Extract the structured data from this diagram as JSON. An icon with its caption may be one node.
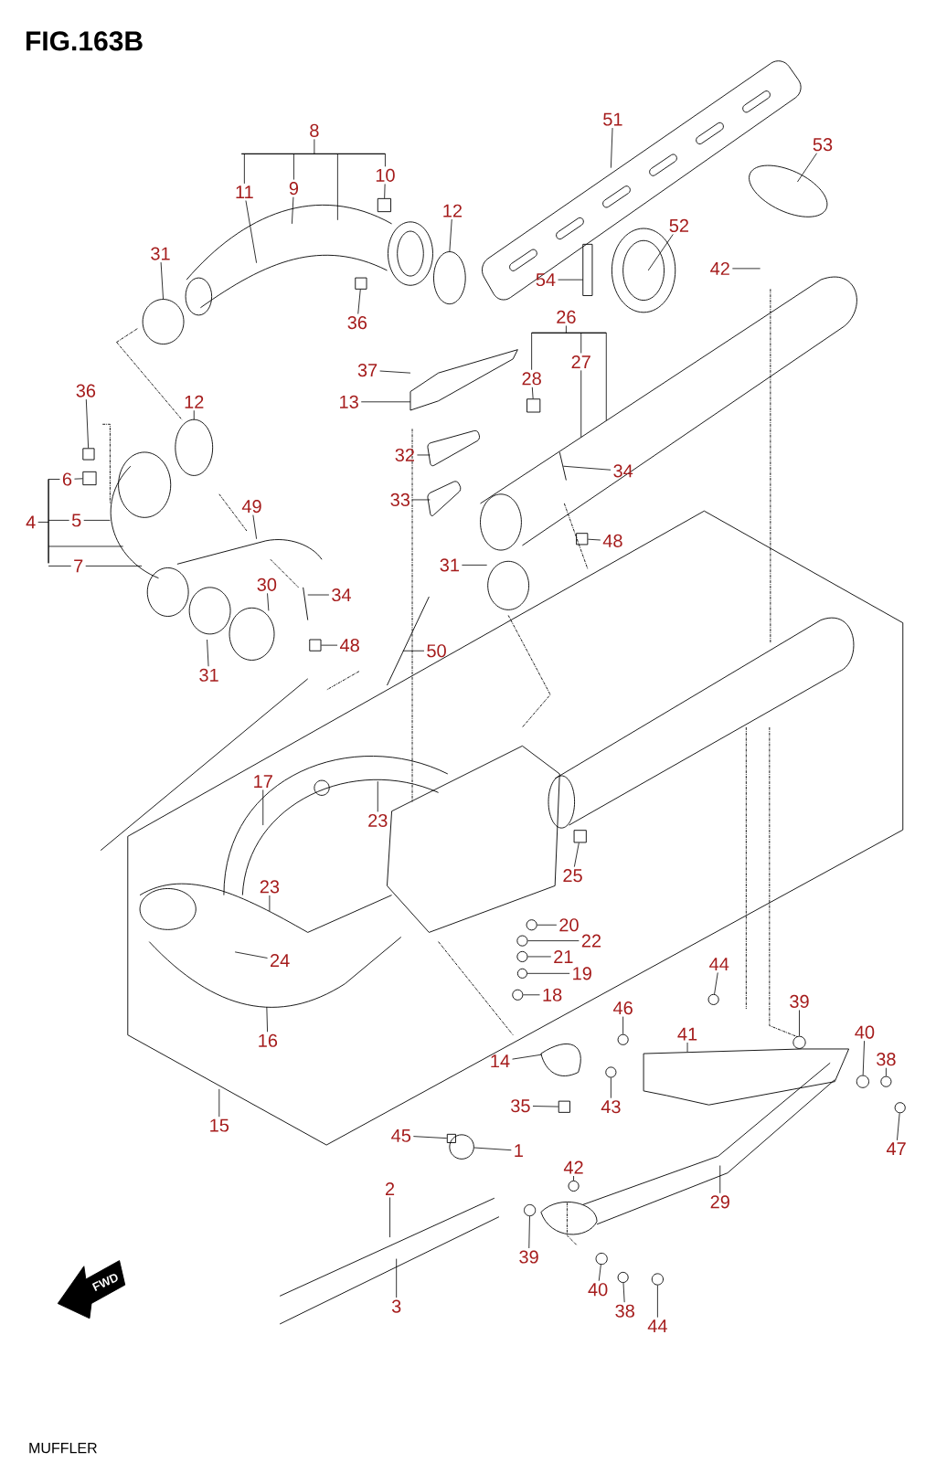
{
  "diagram": {
    "title": "FIG.163B",
    "caption": "MUFFLER",
    "nodes": [
      {
        "text": [
          "8"
        ]
      },
      {
        "text": [
          "9"
        ]
      },
      {
        "text": [
          "10"
        ]
      },
      {
        "text": [
          "11"
        ]
      },
      {
        "text": [
          "12"
        ]
      },
      {
        "text": [
          "31"
        ]
      },
      {
        "text": [
          "36"
        ]
      },
      {
        "text": [
          "51"
        ]
      },
      {
        "text": [
          "53"
        ]
      },
      {
        "text": [
          "52"
        ]
      },
      {
        "text": [
          "54"
        ]
      },
      {
        "text": [
          "42"
        ]
      },
      {
        "text": [
          "26"
        ]
      },
      {
        "text": [
          "27"
        ]
      },
      {
        "text": [
          "28"
        ]
      },
      {
        "text": [
          "37"
        ]
      },
      {
        "text": [
          "13"
        ]
      },
      {
        "text": [
          "36"
        ]
      },
      {
        "text": [
          "12"
        ]
      },
      {
        "text": [
          "32"
        ]
      },
      {
        "text": [
          "33"
        ]
      },
      {
        "text": [
          "34"
        ]
      },
      {
        "text": [
          "6"
        ]
      },
      {
        "text": [
          "5"
        ]
      },
      {
        "text": [
          "4"
        ]
      },
      {
        "text": [
          "49"
        ]
      },
      {
        "text": [
          "7"
        ]
      },
      {
        "text": [
          "48"
        ]
      },
      {
        "text": [
          "31"
        ]
      },
      {
        "text": [
          "30"
        ]
      },
      {
        "text": [
          "34"
        ]
      },
      {
        "text": [
          "48"
        ]
      },
      {
        "text": [
          "50"
        ]
      },
      {
        "text": [
          "31"
        ]
      },
      {
        "text": [
          "17"
        ]
      },
      {
        "text": [
          "23"
        ]
      },
      {
        "text": [
          "25"
        ]
      },
      {
        "text": [
          "23"
        ]
      },
      {
        "text": [
          "20"
        ]
      },
      {
        "text": [
          "22"
        ]
      },
      {
        "text": [
          "21"
        ]
      },
      {
        "text": [
          "24"
        ]
      },
      {
        "text": [
          "19"
        ]
      },
      {
        "text": [
          "18"
        ]
      },
      {
        "text": [
          "44"
        ]
      },
      {
        "text": [
          "39"
        ]
      },
      {
        "text": [
          "46"
        ]
      },
      {
        "text": [
          "41"
        ]
      },
      {
        "text": [
          "16"
        ]
      },
      {
        "text": [
          "40"
        ]
      },
      {
        "text": [
          "38"
        ]
      },
      {
        "text": [
          "14"
        ]
      },
      {
        "text": [
          "35"
        ]
      },
      {
        "text": [
          "43"
        ]
      },
      {
        "text": [
          "15"
        ]
      },
      {
        "text": [
          "45"
        ]
      },
      {
        "text": [
          "1"
        ]
      },
      {
        "text": [
          "47"
        ]
      },
      {
        "text": [
          "42"
        ]
      },
      {
        "text": [
          "2"
        ]
      },
      {
        "text": [
          "29"
        ]
      },
      {
        "text": [
          "39"
        ]
      },
      {
        "text": [
          "40"
        ]
      },
      {
        "text": [
          "3"
        ]
      },
      {
        "text": [
          "38"
        ]
      },
      {
        "text": [
          "44"
        ]
      },
      {
        "text": [],
        "shape": "bar"
      },
      {
        "text": [],
        "shape": "bar"
      },
      {
        "text": [],
        "shape": "bar"
      },
      {
        "text": [],
        "shape": "box"
      },
      {
        "text": [],
        "shape": "box"
      },
      {
        "text": [],
        "shape": "box"
      },
      {
        "text": [],
        "shape": "box"
      },
      {
        "text": [],
        "shape": "box"
      },
      {
        "text": [],
        "shape": "box"
      },
      {
        "text": [],
        "shape": "box"
      },
      {
        "text": [],
        "shape": "box"
      },
      {
        "text": [],
        "shape": "circle"
      },
      {
        "text": [],
        "shape": "circle"
      },
      {
        "text": [],
        "shape": "circle"
      },
      {
        "text": [],
        "shape": "circle"
      },
      {
        "text": [],
        "shape": "circle"
      },
      {
        "text": [],
        "shape": "circle"
      },
      {
        "text": [],
        "shape": "circle"
      },
      {
        "text": [],
        "shape": "circle"
      },
      {
        "text": [],
        "shape": "circle"
      },
      {
        "text": [],
        "shape": "circle"
      },
      {
        "text": [],
        "shape": "circle"
      },
      {
        "text": [],
        "shape": "circle"
      },
      {
        "text": [],
        "shape": "circle"
      },
      {
        "text": [],
        "shape": "circle"
      },
      {
        "text": [],
        "shape": "circle"
      },
      {
        "text": [],
        "shape": "circle"
      },
      {
        "text": [],
        "shape": "box"
      },
      {
        "text": [],
        "shape": "box"
      },
      {
        "text": [],
        "shape": "circle"
      },
      {
        "text": [],
        "shape": "circle"
      }
    ],
    "edges": [
      {
        "from": 0,
        "to": 66,
        "arrow": "none"
      },
      {
        "from": 1,
        "to": 66,
        "arrow": "none"
      },
      {
        "from": 1,
        "to": null,
        "arrow": "none"
      },
      {
        "from": 2,
        "to": 66,
        "arrow": "none"
      },
      {
        "from": 2,
        "to": 70,
        "arrow": "none"
      },
      {
        "from": 3,
        "to": 66,
        "arrow": "none"
      },
      {
        "from": 3,
        "to": null,
        "arrow": "none"
      },
      {
        "from": 66,
        "to": null,
        "arrow": "none"
      },
      {
        "from": 4,
        "to": null,
        "arrow": "none"
      },
      {
        "from": 5,
        "to": null,
        "arrow": "none"
      },
      {
        "from": 6,
        "to": 69,
        "arrow": "none"
      },
      {
        "from": 7,
        "to": null,
        "arrow": "none"
      },
      {
        "from": 8,
        "to": null,
        "arrow": "none"
      },
      {
        "from": 9,
        "to": null,
        "arrow": "none"
      },
      {
        "from": 10,
        "to": null,
        "arrow": "none"
      },
      {
        "from": 11,
        "to": null,
        "arrow": "none"
      },
      {
        "from": 12,
        "to": 68,
        "arrow": "none"
      },
      {
        "from": 13,
        "to": 68,
        "arrow": "none"
      },
      {
        "from": 13,
        "to": null,
        "arrow": "none"
      },
      {
        "from": 14,
        "to": 68,
        "arrow": "none"
      },
      {
        "from": 14,
        "to": 71,
        "arrow": "none"
      },
      {
        "from": 68,
        "to": null,
        "arrow": "none"
      },
      {
        "from": 15,
        "to": null,
        "arrow": "none"
      },
      {
        "from": 16,
        "to": null,
        "arrow": "none"
      },
      {
        "from": 17,
        "to": 73,
        "arrow": "none"
      },
      {
        "from": 18,
        "to": null,
        "arrow": "none"
      },
      {
        "from": 19,
        "to": null,
        "arrow": "none"
      },
      {
        "from": 20,
        "to": null,
        "arrow": "none"
      },
      {
        "from": 21,
        "to": null,
        "arrow": "none"
      },
      {
        "from": 24,
        "to": 67,
        "arrow": "none"
      },
      {
        "from": 22,
        "to": 67,
        "arrow": "none"
      },
      {
        "from": 22,
        "to": 74,
        "arrow": "none"
      },
      {
        "from": 23,
        "to": 67,
        "arrow": "none"
      },
      {
        "from": 23,
        "to": null,
        "arrow": "none"
      },
      {
        "from": 26,
        "to": 67,
        "arrow": "none"
      },
      {
        "from": 26,
        "to": null,
        "arrow": "none"
      },
      {
        "from": 67,
        "to": null,
        "arrow": "none"
      },
      {
        "from": 25,
        "to": null,
        "arrow": "none"
      },
      {
        "from": 27,
        "to": 72,
        "arrow": "none"
      },
      {
        "from": 28,
        "to": null,
        "arrow": "none"
      },
      {
        "from": 29,
        "to": null,
        "arrow": "none"
      },
      {
        "from": 30,
        "to": null,
        "arrow": "none"
      },
      {
        "from": 31,
        "to": 75,
        "arrow": "none"
      },
      {
        "from": 32,
        "to": null,
        "arrow": "none"
      },
      {
        "from": 33,
        "to": null,
        "arrow": "none"
      },
      {
        "from": 34,
        "to": null,
        "arrow": "none"
      },
      {
        "from": 35,
        "to": null,
        "arrow": "none"
      },
      {
        "from": 36,
        "to": 76,
        "arrow": "none"
      },
      {
        "from": 37,
        "to": null,
        "arrow": "none"
      },
      {
        "from": 38,
        "to": 77,
        "arrow": "none"
      },
      {
        "from": 39,
        "to": 78,
        "arrow": "none"
      },
      {
        "from": 40,
        "to": 79,
        "arrow": "none"
      },
      {
        "from": 41,
        "to": null,
        "arrow": "none"
      },
      {
        "from": 42,
        "to": 80,
        "arrow": "none"
      },
      {
        "from": 43,
        "to": 81,
        "arrow": "none"
      },
      {
        "from": 44,
        "to": 91,
        "arrow": "none"
      },
      {
        "from": 45,
        "to": 95,
        "arrow": "none"
      },
      {
        "from": 46,
        "to": 82,
        "arrow": "none"
      },
      {
        "from": 47,
        "to": null,
        "arrow": "none"
      },
      {
        "from": 48,
        "to": null,
        "arrow": "none"
      },
      {
        "from": 49,
        "to": 84,
        "arrow": "none"
      },
      {
        "from": 50,
        "to": 85,
        "arrow": "none"
      },
      {
        "from": 51,
        "to": null,
        "arrow": "none"
      },
      {
        "from": 52,
        "to": 94,
        "arrow": "none"
      },
      {
        "from": 53,
        "to": 83,
        "arrow": "none"
      },
      {
        "from": 54,
        "to": null,
        "arrow": "none"
      },
      {
        "from": 55,
        "to": 93,
        "arrow": "none"
      },
      {
        "from": 56,
        "to": 92,
        "arrow": "none"
      },
      {
        "from": 57,
        "to": 86,
        "arrow": "none"
      },
      {
        "from": 58,
        "to": 90,
        "arrow": "none"
      },
      {
        "from": 59,
        "to": null,
        "arrow": "none"
      },
      {
        "from": 60,
        "to": null,
        "arrow": "none"
      },
      {
        "from": 61,
        "to": 87,
        "arrow": "none"
      },
      {
        "from": 62,
        "to": 88,
        "arrow": "none"
      },
      {
        "from": 63,
        "to": null,
        "arrow": "none"
      },
      {
        "from": 64,
        "to": 89,
        "arrow": "none"
      },
      {
        "from": 65,
        "to": 96,
        "arrow": "none"
      }
    ],
    "labels": [
      "FWD"
    ]
  }
}
